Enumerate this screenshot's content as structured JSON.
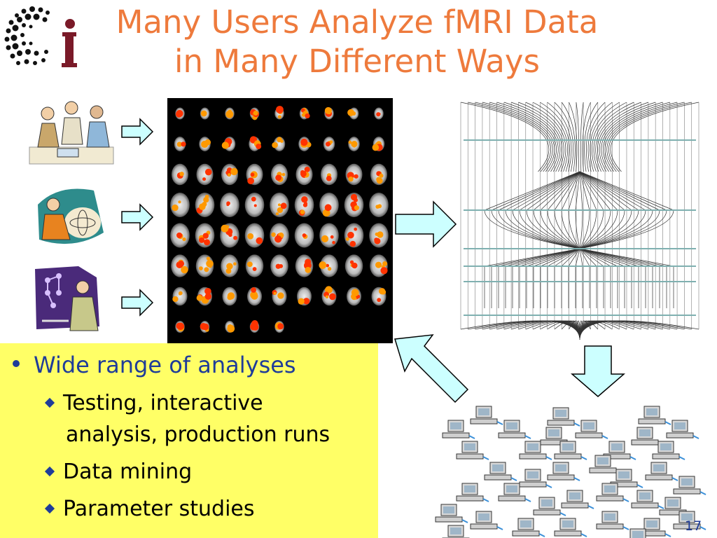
{
  "slide": {
    "title_line1": "Many Users Analyze fMRI Data",
    "title_line2": "in Many Different Ways",
    "bullet": "Wide range of analyses",
    "subbullets": [
      "Testing, interactive",
      "analysis, production runs",
      "Data mining",
      "Parameter studies"
    ],
    "page_number": "17"
  },
  "colors": {
    "title": "#ee7a3c",
    "bullet": "#1f3c99",
    "highlight": "#ffff66",
    "arrow_fill": "#ccffff"
  },
  "icons": [
    "logo-icon",
    "meeting-people-icon",
    "analyst-computer-icon",
    "presenter-icon",
    "arrow-right-icon",
    "arrow-down-icon",
    "arrow-up-left-icon",
    "workflow-graph-icon",
    "computer-cluster-icon"
  ]
}
